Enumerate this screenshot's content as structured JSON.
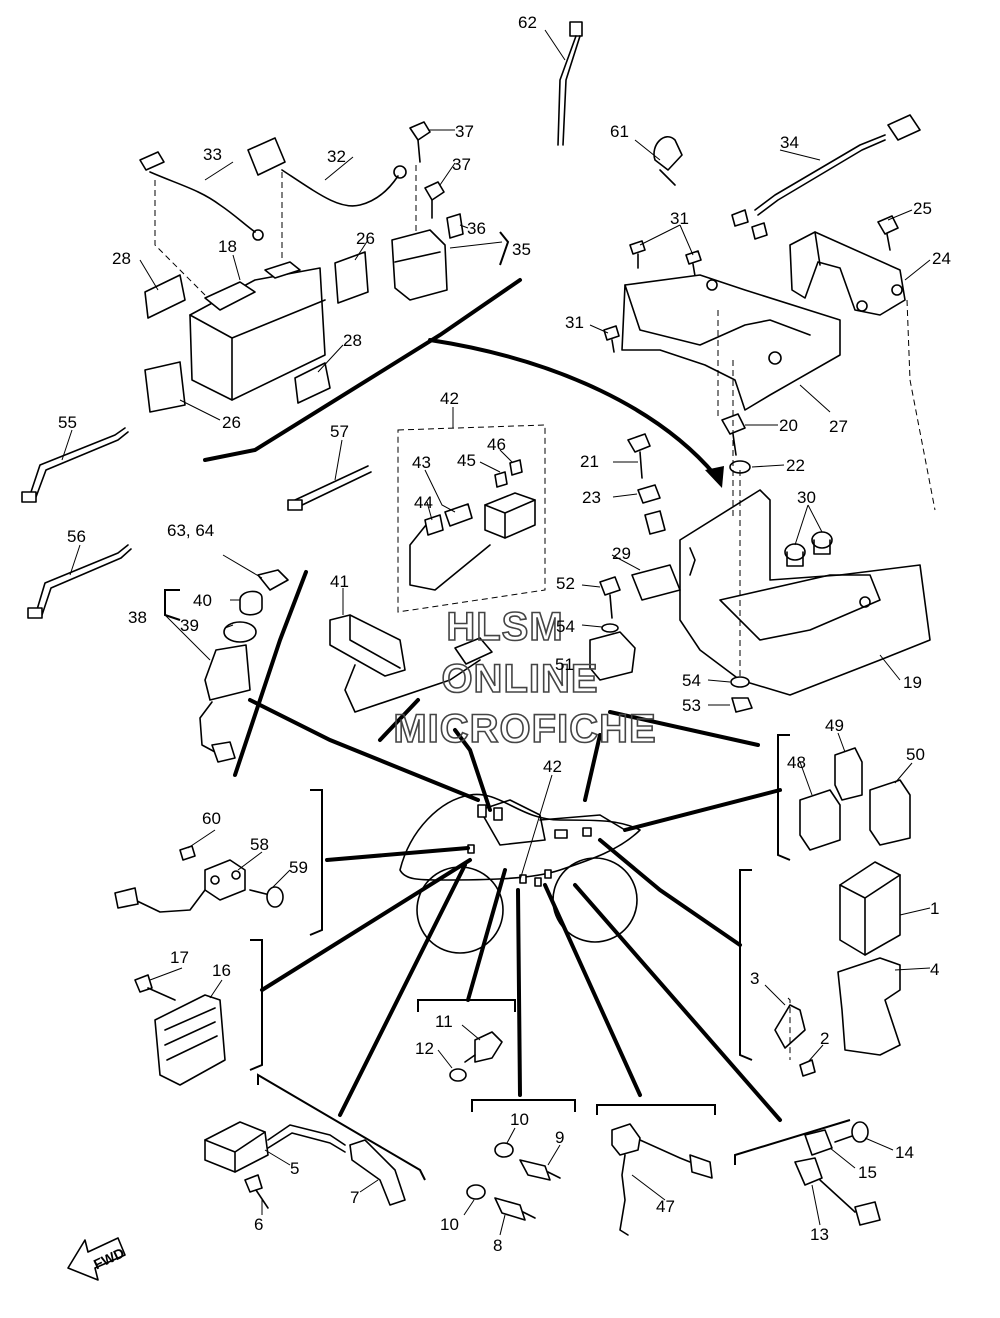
{
  "watermark": {
    "line1": "HLSM",
    "line2": "ONLINE",
    "line3": "MICROFICHE"
  },
  "direction_label": "FWD",
  "callouts": [
    {
      "id": "c62",
      "text": "62"
    },
    {
      "id": "c37a",
      "text": "37"
    },
    {
      "id": "c37b",
      "text": "37"
    },
    {
      "id": "c33",
      "text": "33"
    },
    {
      "id": "c32",
      "text": "32"
    },
    {
      "id": "c36",
      "text": "36"
    },
    {
      "id": "c35",
      "text": "35"
    },
    {
      "id": "c61",
      "text": "61"
    },
    {
      "id": "c34",
      "text": "34"
    },
    {
      "id": "c31a",
      "text": "31"
    },
    {
      "id": "c25",
      "text": "25"
    },
    {
      "id": "c24",
      "text": "24"
    },
    {
      "id": "c31b",
      "text": "31"
    },
    {
      "id": "c18",
      "text": "18"
    },
    {
      "id": "c26a",
      "text": "26"
    },
    {
      "id": "c28a",
      "text": "28"
    },
    {
      "id": "c28b",
      "text": "28"
    },
    {
      "id": "c26b",
      "text": "26"
    },
    {
      "id": "c27",
      "text": "27"
    },
    {
      "id": "c55",
      "text": "55"
    },
    {
      "id": "c57",
      "text": "57"
    },
    {
      "id": "c42a",
      "text": "42"
    },
    {
      "id": "c43",
      "text": "43"
    },
    {
      "id": "c45",
      "text": "45"
    },
    {
      "id": "c46",
      "text": "46"
    },
    {
      "id": "c44",
      "text": "44"
    },
    {
      "id": "c20",
      "text": "20"
    },
    {
      "id": "c21",
      "text": "21"
    },
    {
      "id": "c22",
      "text": "22"
    },
    {
      "id": "c23",
      "text": "23"
    },
    {
      "id": "c30",
      "text": "30"
    },
    {
      "id": "c56",
      "text": "56"
    },
    {
      "id": "c6364",
      "text": "63, 64"
    },
    {
      "id": "c29",
      "text": "29"
    },
    {
      "id": "c41",
      "text": "41"
    },
    {
      "id": "c52",
      "text": "52"
    },
    {
      "id": "c40",
      "text": "40"
    },
    {
      "id": "c38",
      "text": "38"
    },
    {
      "id": "c39",
      "text": "39"
    },
    {
      "id": "c54a",
      "text": "54"
    },
    {
      "id": "c51",
      "text": "51"
    },
    {
      "id": "c54b",
      "text": "54"
    },
    {
      "id": "c19",
      "text": "19"
    },
    {
      "id": "c53",
      "text": "53"
    },
    {
      "id": "c49",
      "text": "49"
    },
    {
      "id": "c48",
      "text": "48"
    },
    {
      "id": "c50",
      "text": "50"
    },
    {
      "id": "c42b",
      "text": "42"
    },
    {
      "id": "c60",
      "text": "60"
    },
    {
      "id": "c58",
      "text": "58"
    },
    {
      "id": "c59",
      "text": "59"
    },
    {
      "id": "c1",
      "text": "1"
    },
    {
      "id": "c4",
      "text": "4"
    },
    {
      "id": "c17",
      "text": "17"
    },
    {
      "id": "c16",
      "text": "16"
    },
    {
      "id": "c3",
      "text": "3"
    },
    {
      "id": "c2",
      "text": "2"
    },
    {
      "id": "c11",
      "text": "11"
    },
    {
      "id": "c12",
      "text": "12"
    },
    {
      "id": "c10a",
      "text": "10"
    },
    {
      "id": "c9",
      "text": "9"
    },
    {
      "id": "c14",
      "text": "14"
    },
    {
      "id": "c15",
      "text": "15"
    },
    {
      "id": "c5",
      "text": "5"
    },
    {
      "id": "c7",
      "text": "7"
    },
    {
      "id": "c6",
      "text": "6"
    },
    {
      "id": "c10b",
      "text": "10"
    },
    {
      "id": "c8",
      "text": "8"
    },
    {
      "id": "c47",
      "text": "47"
    },
    {
      "id": "c13",
      "text": "13"
    }
  ]
}
